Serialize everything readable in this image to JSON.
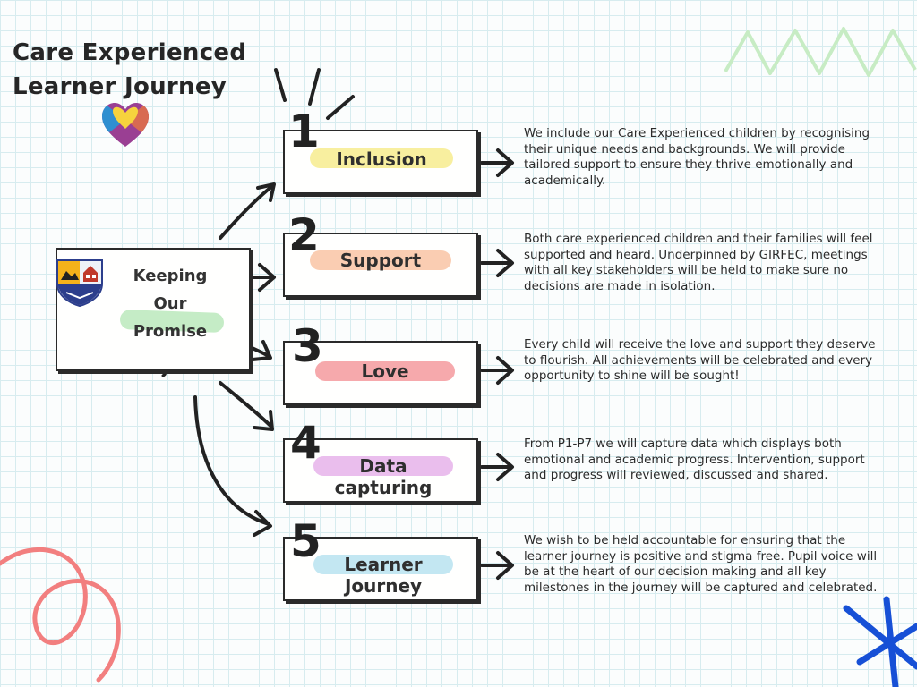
{
  "title": {
    "line1": "Care Experienced",
    "line2": "Learner Journey"
  },
  "center": {
    "line1": "Keeping",
    "line2": "Our",
    "line3": "Promise",
    "icon": "school-crest-logo"
  },
  "stages": [
    {
      "number": "1",
      "label": "Inclusion",
      "highlight_color": "#f7ec8e",
      "description": "We include our Care Experienced children by recognising their unique needs and backgrounds. We will provide tailored support to ensure they thrive emotionally and academically."
    },
    {
      "number": "2",
      "label": "Support",
      "highlight_color": "#f9c4a4",
      "description": "Both care experienced children and their families will feel supported and heard. Underpinned by GIRFEC, meetings with all key stakeholders will be held to make sure no decisions are made in isolation."
    },
    {
      "number": "3",
      "label": "Love",
      "highlight_color": "#f59a9e",
      "description": "Every child will receive the love and support they deserve to flourish. All achievements will be celebrated and every opportunity to shine will be sought!"
    },
    {
      "number": "4",
      "label_line1": "Data",
      "label_line2": "capturing",
      "highlight_color": "#e6b3ea",
      "description": "From P1-P7 we will capture data which displays both emotional and academic progress. Intervention, support and progress will reviewed, discussed and shared."
    },
    {
      "number": "5",
      "label_line1": "Learner",
      "label_line2": "Journey",
      "highlight_color": "#b9e3f0",
      "description": "We wish to be held accountable for ensuring that the learner journey is positive and stigma free. Pupil voice will be at the heart of our decision making and all key milestones in the journey will be captured and celebrated."
    }
  ],
  "colors": {
    "ink": "#2a2a2a",
    "center_highlight": "#c5ecc6",
    "zigzag": "#c7ecc4",
    "pink_loop": "#f27f7f",
    "blue_star": "#1750d6"
  }
}
